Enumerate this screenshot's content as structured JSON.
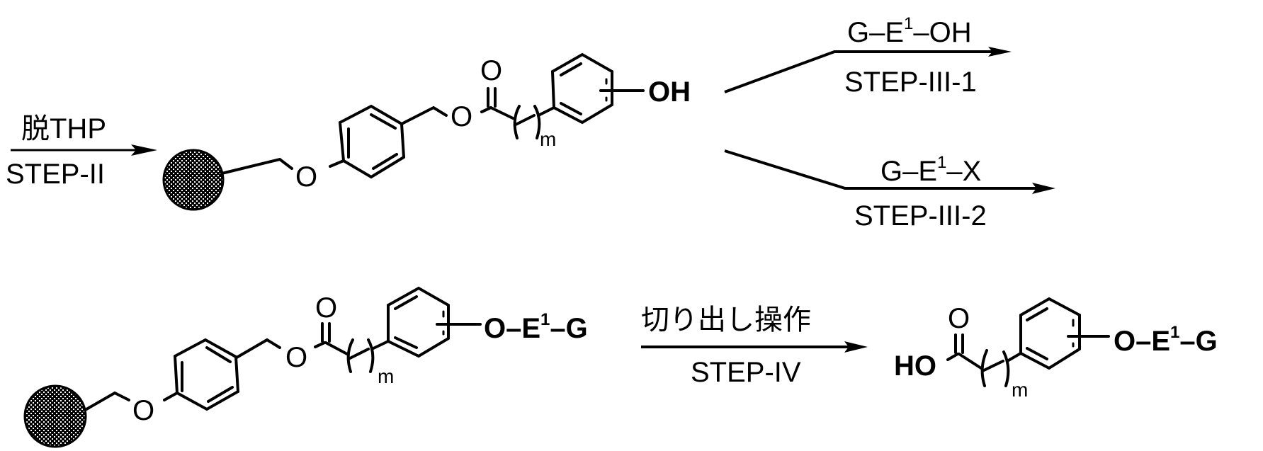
{
  "scheme": {
    "step2": {
      "reagent": "脱THP",
      "label": "STEP-II"
    },
    "intermediate": {
      "ester_oxygen": "O",
      "carbonyl_oxygen": "O",
      "ether_oxygen": "O",
      "substituent": "OH",
      "repeat_index": "m"
    },
    "step3_1": {
      "reagent_prefix": "G–E",
      "reagent_sup": "1",
      "reagent_suffix": "–OH",
      "label": "STEP-III-1"
    },
    "step3_2": {
      "reagent_prefix": "G–E",
      "reagent_sup": "1",
      "reagent_suffix": "–X",
      "label": "STEP-III-2"
    },
    "resin_product": {
      "ester_oxygen": "O",
      "carbonyl_oxygen": "O",
      "ether_oxygen": "O",
      "substituent_prefix": "O–E",
      "substituent_sup": "1",
      "substituent_suffix": "–G",
      "repeat_index": "m"
    },
    "step4": {
      "reagent": "切り出し操作",
      "label": "STEP-IV"
    },
    "final_product": {
      "acid_group": "HO",
      "carbonyl_oxygen": "O",
      "substituent_prefix": "O–E",
      "substituent_sup": "1",
      "substituent_suffix": "–G",
      "repeat_index": "m"
    },
    "colors": {
      "ink": "#000000",
      "background": "#ffffff"
    }
  }
}
